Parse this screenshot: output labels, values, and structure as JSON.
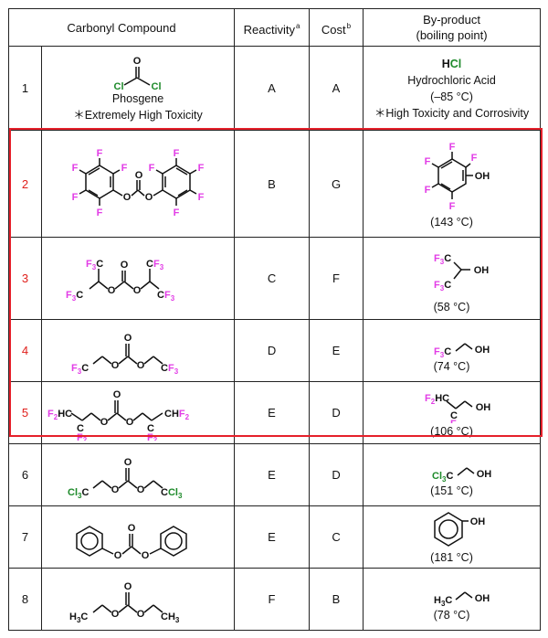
{
  "header": {
    "compound": "Carbonyl Compound",
    "reactivity": "Reactivity",
    "reactivity_note": "a",
    "cost": "Cost",
    "cost_note": "b",
    "byproduct": "By-product",
    "bp_label": "(boiling point)"
  },
  "rows": [
    {
      "num": "1",
      "name": "Phosgene",
      "note": "＊Extremely High Toxicity",
      "reactivity": "A",
      "cost": "A",
      "bp_formula_h": "H",
      "bp_formula_cl": "Cl",
      "bp_name": "Hydrochloric Acid",
      "bp": "(–85 °C)",
      "bp_note": "＊High Toxicity and Corrosivity"
    },
    {
      "num": "2",
      "reactivity": "B",
      "cost": "G",
      "bp": "(143 °C)"
    },
    {
      "num": "3",
      "reactivity": "C",
      "cost": "F",
      "bp": "(58 °C)"
    },
    {
      "num": "4",
      "reactivity": "D",
      "cost": "E",
      "bp": "(74 °C)"
    },
    {
      "num": "5",
      "reactivity": "E",
      "cost": "D",
      "bp": "(106 °C)"
    },
    {
      "num": "6",
      "reactivity": "E",
      "cost": "D",
      "bp": "(151 °C)"
    },
    {
      "num": "7",
      "reactivity": "E",
      "cost": "C",
      "bp": "(181 °C)"
    },
    {
      "num": "8",
      "reactivity": "F",
      "cost": "B",
      "bp": "(78 °C)"
    }
  ],
  "colors": {
    "fluorine": "#e23de6",
    "chlorine": "#1d8a2a",
    "highlight": "#e5202b"
  }
}
